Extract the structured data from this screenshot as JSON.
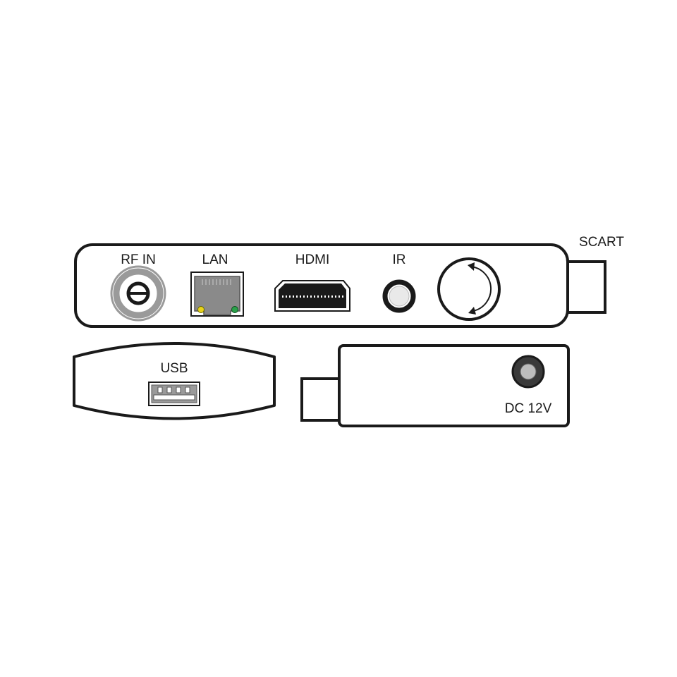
{
  "labels": {
    "rf_in": "RF IN",
    "lan": "LAN",
    "hdmi": "HDMI",
    "ir": "IR",
    "scart": "SCART",
    "usb": "USB",
    "dc": "DC 12V"
  },
  "icons": {
    "rotary": "rotate-arrows-icon"
  },
  "colors": {
    "outline": "#1a1a1a",
    "panel_fill": "#ffffff",
    "connector_gray": "#9a9a9a",
    "lan_led_yellow": "#e8d21a",
    "lan_led_green": "#2aa14a"
  }
}
